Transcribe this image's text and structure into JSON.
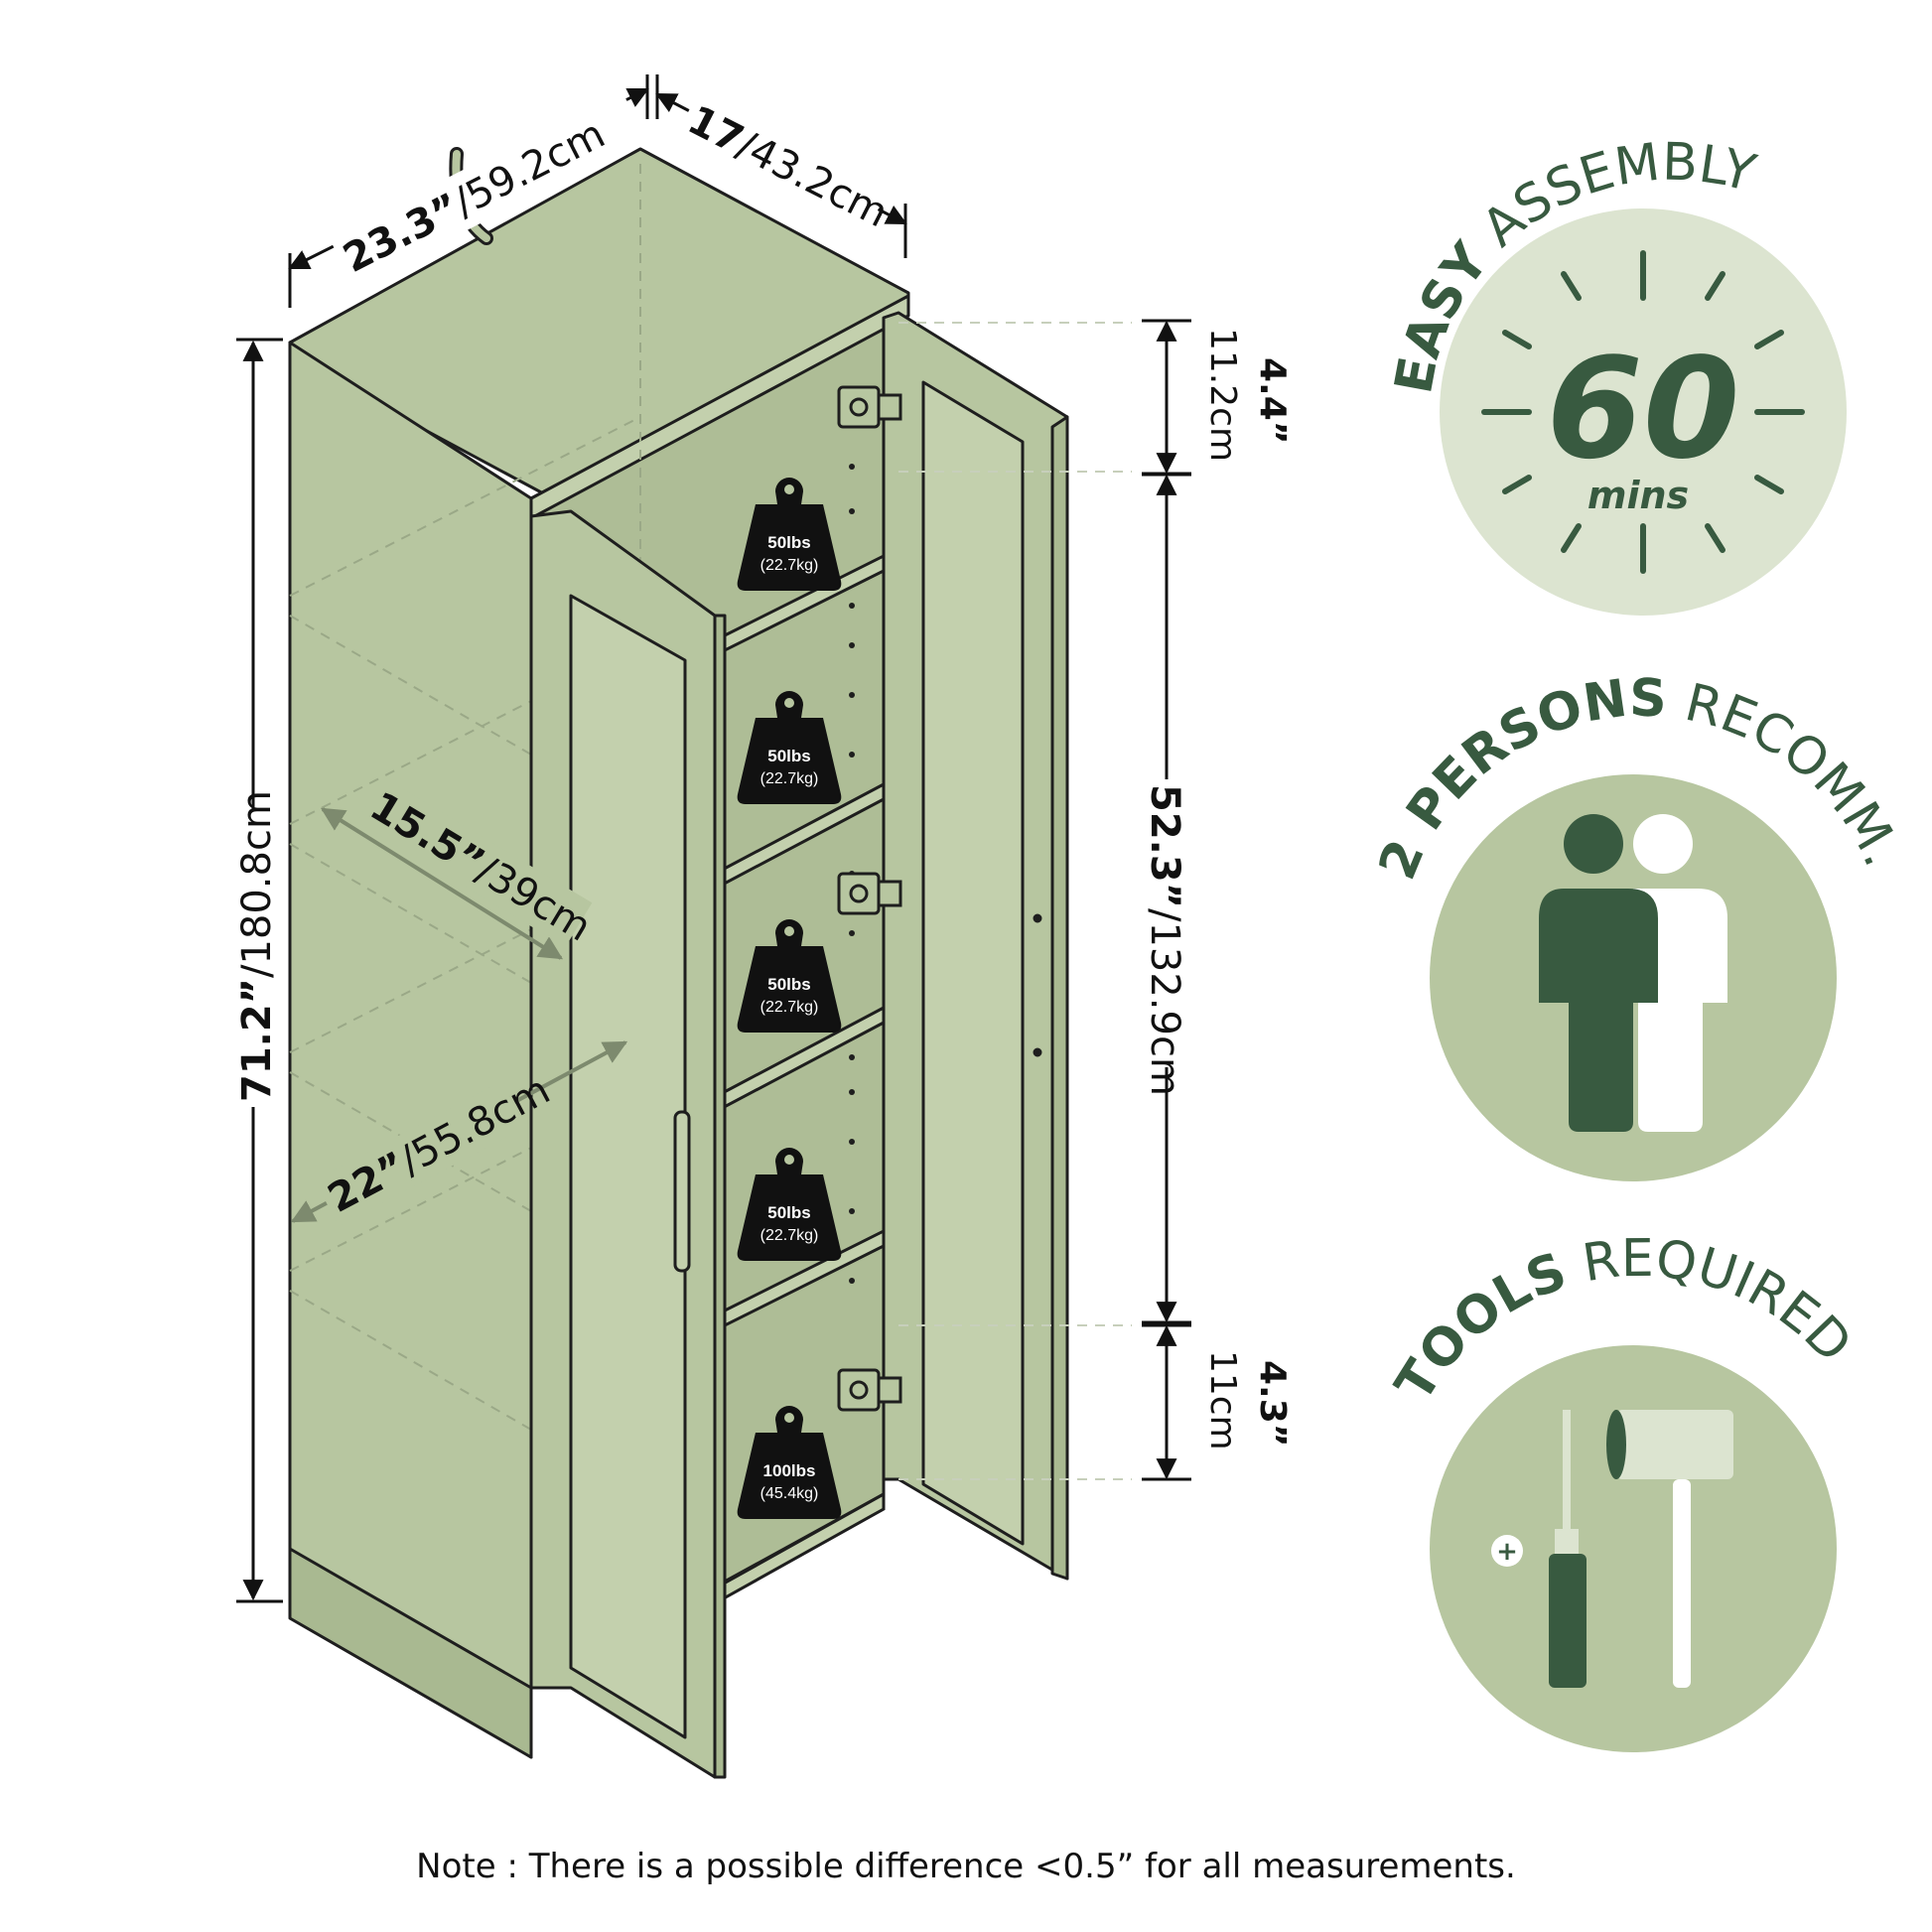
{
  "dimensions": {
    "width_bold": "23.3”",
    "width_rest": "/59.2cm",
    "depth_bold": "17",
    "depth_rest": "/43.2cm",
    "height_bold": "71.2”",
    "height_rest": "/180.8cm",
    "interior_depth_bold": "15.5”",
    "interior_depth_rest": "/39cm",
    "interior_width_bold": "22”",
    "interior_width_rest": "/55.8cm",
    "top_gap_bold": "4.4”",
    "top_gap_rest": "11.2cm",
    "shelf_span_bold": "52.3”",
    "shelf_span_rest": "/132.9cm",
    "bottom_gap_bold": "4.3”",
    "bottom_gap_rest": "11cm"
  },
  "shelf_weights": [
    {
      "lbs": "50lbs",
      "kg": "(22.7kg)"
    },
    {
      "lbs": "50lbs",
      "kg": "(22.7kg)"
    },
    {
      "lbs": "50lbs",
      "kg": "(22.7kg)"
    },
    {
      "lbs": "50lbs",
      "kg": "(22.7kg)"
    },
    {
      "lbs": "100lbs",
      "kg": "(45.4kg)"
    }
  ],
  "badges": {
    "assembly": {
      "bold": "EASY",
      "rest": " ASSEMBLY",
      "time": "60",
      "unit": "mins"
    },
    "persons": {
      "bold": "2 PERSONS",
      "rest": " RECOMM."
    },
    "tools": {
      "bold": "TOOLS",
      "rest": " REQUIRED"
    }
  },
  "note": "Note : There is a possible difference <0.5” for all measurements.",
  "colors": {
    "cabinet_fill": "#b7c6a0",
    "outline": "#1e1e1e",
    "badge_light": "#dce4d0",
    "badge_mid": "#b7c6a0",
    "badge_dark": "#385a40",
    "weight_fill": "#111111",
    "arrow_gray": "#7d8a6e"
  }
}
